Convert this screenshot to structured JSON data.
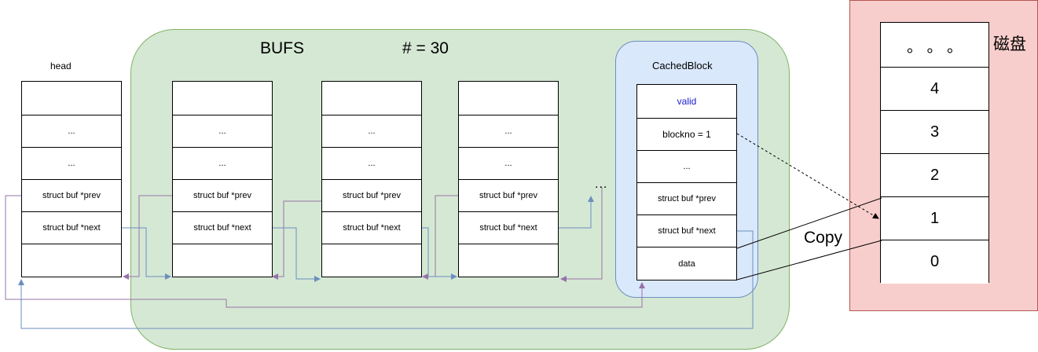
{
  "buf_region": {
    "title": "BUFS",
    "count": "# = 30"
  },
  "head": {
    "label": "head",
    "cells": [
      "",
      "...",
      "...",
      "struct buf *prev",
      "struct buf *next",
      ""
    ]
  },
  "bufs": [
    {
      "cells": [
        "",
        "...",
        "...",
        "struct buf *prev",
        "struct buf *next",
        ""
      ]
    },
    {
      "cells": [
        "",
        "...",
        "...",
        "struct buf *prev",
        "struct buf *next",
        ""
      ]
    },
    {
      "cells": [
        "",
        "...",
        "...",
        "struct buf *prev",
        "struct buf *next",
        ""
      ]
    }
  ],
  "ellipsis": "...",
  "cached_block": {
    "title": "CachedBlock",
    "cells": [
      "valid",
      "blockno = 1",
      "...",
      "struct buf *prev",
      "struct buf *next",
      "data"
    ]
  },
  "disk": {
    "label": "磁盘",
    "cells": [
      "。 。 。",
      "4",
      "3",
      "2",
      "1",
      "0"
    ]
  },
  "copy_label": "Copy",
  "colors": {
    "green_fill": "#d5e8d4",
    "green_stroke": "#82b366",
    "blue_fill": "#dae8fc",
    "blue_stroke": "#6c8ebf",
    "red_fill": "#f8cecc",
    "red_stroke": "#b85450",
    "prev_arrow": "#9673a6",
    "next_arrow": "#6c8ebf"
  }
}
